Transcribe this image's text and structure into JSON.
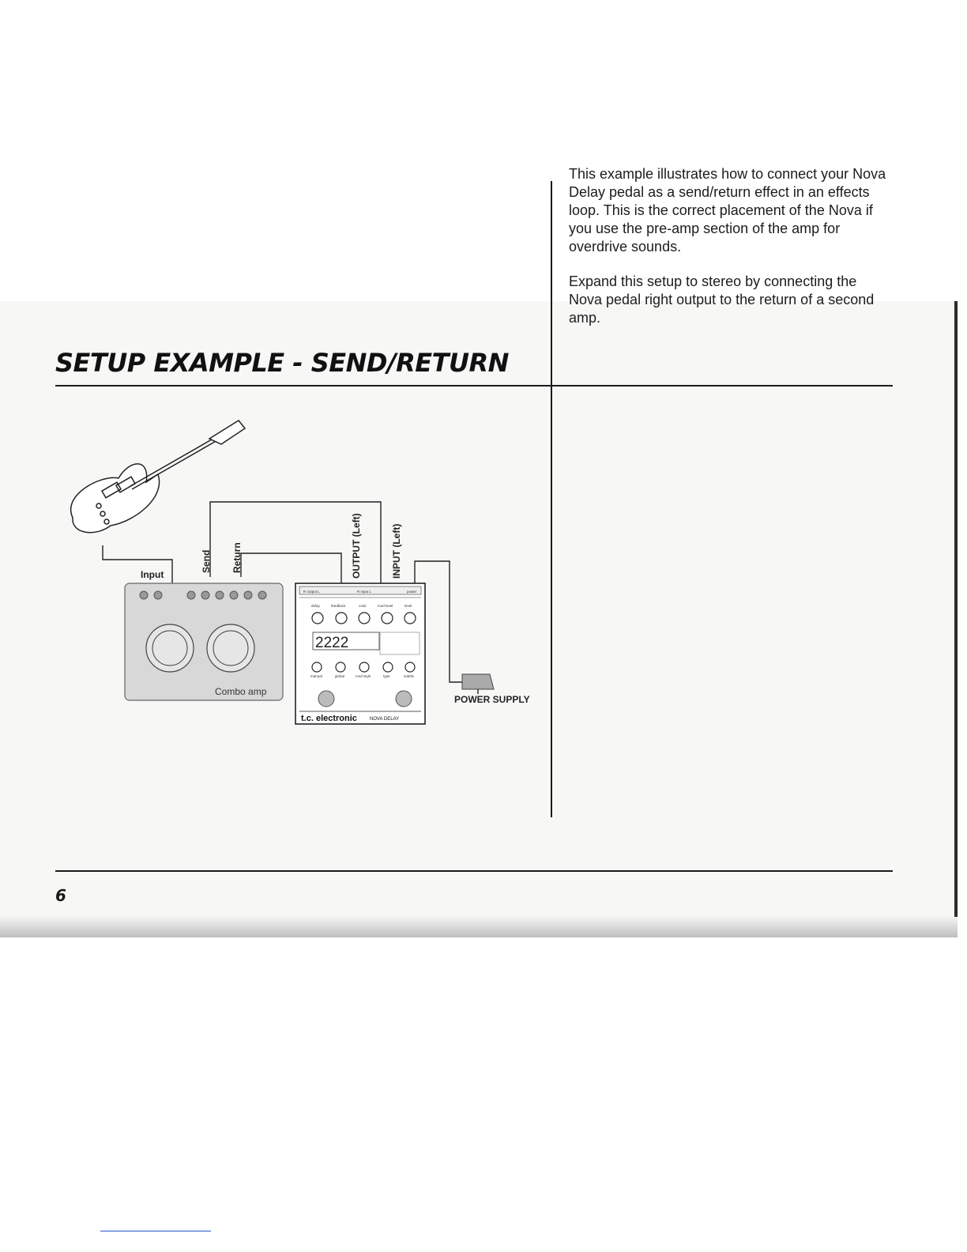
{
  "page": {
    "title": "SETUP EXAMPLE - SEND/RETURN",
    "page_number": "6"
  },
  "text": {
    "paragraphs": [
      "This example illustrates how to connect your Nova Delay pedal as a send/return effect in an effects loop. This is the correct placement of the Nova if you use the pre-amp section of the amp for overdrive sounds.",
      "Expand this setup to stereo by connecting the Nova pedal right output to the return of a second amp."
    ]
  },
  "diagram": {
    "labels": {
      "input": "Input",
      "send": "Send",
      "return": "Return",
      "output_left": "OUTPUT (Left)",
      "input_left": "INPUT (Left)",
      "combo_amp": "Combo amp",
      "power_supply": "POWER SUPPLY"
    },
    "pedal": {
      "brand": "t.c. electronic",
      "model": "NOVA DELAY",
      "display": "2222",
      "knob_labels": [
        "delay",
        "feedback",
        "color",
        "mod level",
        "level"
      ],
      "button_labels": [
        "manual",
        "global",
        "mod style",
        "type",
        "subdiv"
      ],
      "jack_labels": [
        "R output L",
        "R input L",
        "power"
      ]
    }
  }
}
